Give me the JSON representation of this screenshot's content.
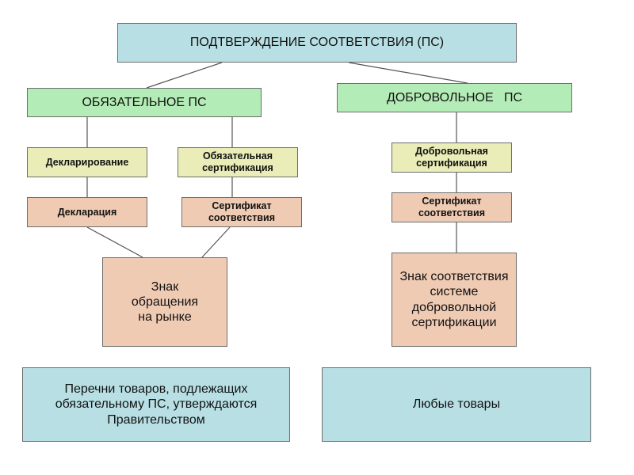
{
  "root": "ПОДТВЕРЖДЕНИЕ СООТВЕТСТВИЯ  (ПС)",
  "mandatory": {
    "title": "ОБЯЗАТЕЛЬНОЕ  ПС",
    "declaring": "Декларирование",
    "certification": "Обязательная сертификация",
    "declaration": "Декларация",
    "certificate": "Сертификат соответствия",
    "mark": "Знак обращения на рынке",
    "scope": "Перечни товаров, подлежащих обязательному ПС, утверждаются Правительством"
  },
  "voluntary": {
    "title": "ДОБРОВОЛЬНОЕ   ПС",
    "certification": "Добровольная сертификация",
    "certificate": "Сертификат соответствия",
    "mark": "Знак соответствия системе добровольной сертификации",
    "scope": "Любые товары"
  }
}
